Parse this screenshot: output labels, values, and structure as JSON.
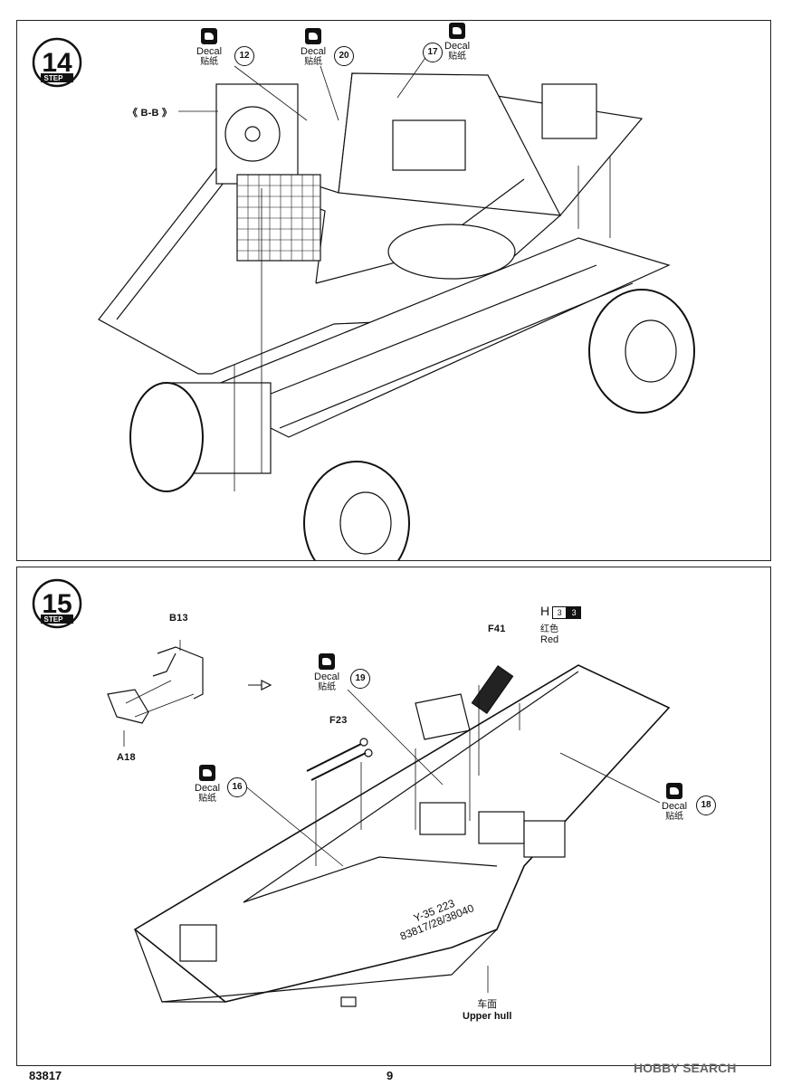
{
  "watermark_top": "",
  "watermark_bottom": "HOBBY SEARCH",
  "step14": {
    "number": "14",
    "step_word": "STEP",
    "view_label": "《 B-B 》",
    "decals": [
      {
        "word": "Decal",
        "cn": "贴纸",
        "num": "12"
      },
      {
        "word": "Decal",
        "cn": "贴纸",
        "num": "20"
      },
      {
        "word": "Decal",
        "cn": "贴纸",
        "num": "17"
      }
    ]
  },
  "step15": {
    "number": "15",
    "step_word": "STEP",
    "parts": {
      "b13": "B13",
      "a18": "A18",
      "f23": "F23",
      "f41": "F41"
    },
    "paint": {
      "letter": "H",
      "num1": "3",
      "num2": "3",
      "cn": "红色",
      "en": "Red"
    },
    "decals": [
      {
        "word": "Decal",
        "cn": "贴纸",
        "num": "19"
      },
      {
        "word": "Decal",
        "cn": "贴纸",
        "num": "16"
      },
      {
        "word": "Decal",
        "cn": "贴纸",
        "num": "18"
      }
    ],
    "hull_text1": "Y-35  223",
    "hull_text2": "83817/28/38040",
    "hull_cn": "车面",
    "hull_en": "Upper hull"
  },
  "footer": {
    "code": "83817",
    "page": "9"
  }
}
